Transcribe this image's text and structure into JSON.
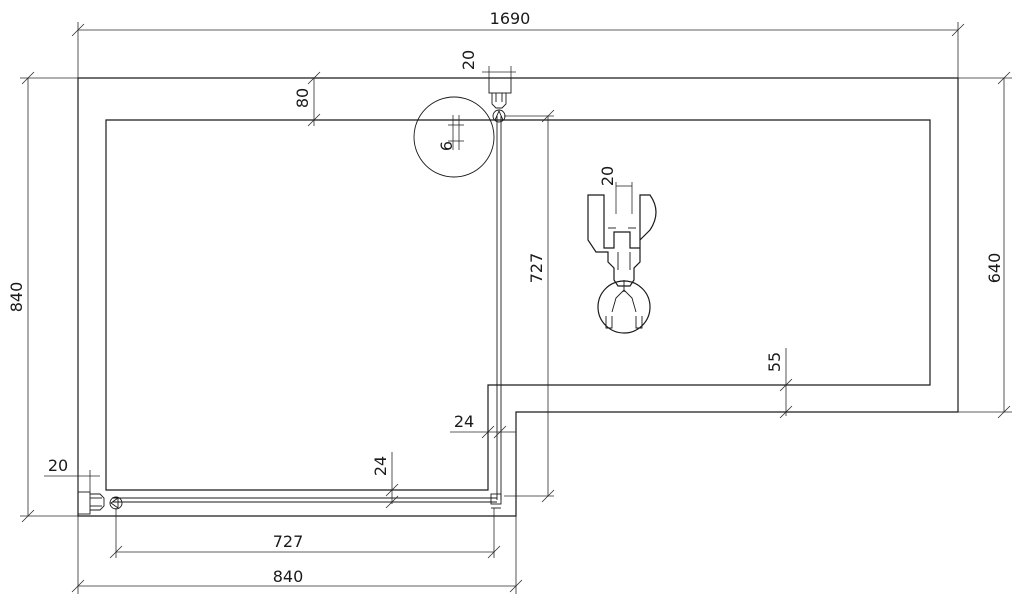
{
  "dimensions": {
    "total_width": "1690",
    "total_depth": "840",
    "right_depth": "640",
    "inner_width": "727",
    "inner_depth": "727",
    "front_width": "840",
    "tray_rim": "80",
    "top_hinge": "20",
    "left_hinge": "20",
    "profile_top": "20",
    "glass": "6",
    "step_vertical": "24",
    "step_horizontal": "24",
    "lower_rim": "55"
  },
  "colors": {
    "line": "#1a1a1a",
    "background": "#ffffff"
  }
}
